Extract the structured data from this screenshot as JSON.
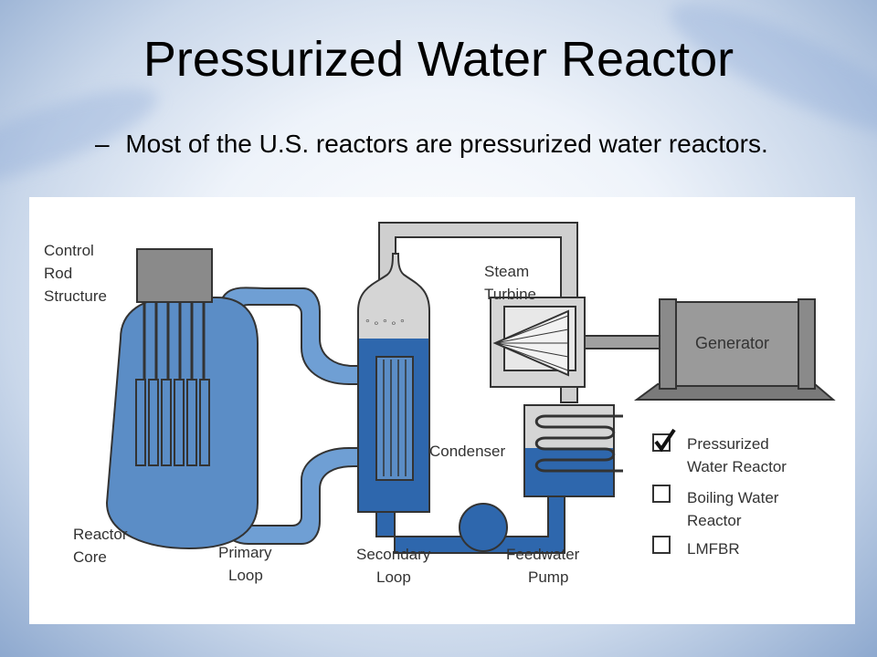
{
  "title": "Pressurized Water Reactor",
  "bullet": {
    "dash": "–",
    "text": "Most of the U.S. reactors are pressurized water reactors."
  },
  "colors": {
    "water": "#5b8dc6",
    "water_dark": "#2e67ad",
    "steel": "#c8c8c8",
    "outline": "#333333"
  },
  "diagram": {
    "labels": {
      "control_rod_1": "Control",
      "control_rod_2": "Rod",
      "control_rod_3": "Structure",
      "steam_1": "Steam",
      "steam_2": "Turbine",
      "generator": "Generator",
      "condenser": "Condenser",
      "reactor_1": "Reactor",
      "reactor_2": "Core",
      "primary_1": "Primary",
      "primary_2": "Loop",
      "secondary_1": "Secondary",
      "secondary_2": "Loop",
      "feed_1": "Feedwater",
      "feed_2": "Pump"
    },
    "legend": [
      {
        "line1": "Pressurized",
        "line2": "Water Reactor",
        "checked": true
      },
      {
        "line1": "Boiling Water",
        "line2": "Reactor",
        "checked": false
      },
      {
        "line1": "LMFBR",
        "line2": "",
        "checked": false
      }
    ]
  }
}
